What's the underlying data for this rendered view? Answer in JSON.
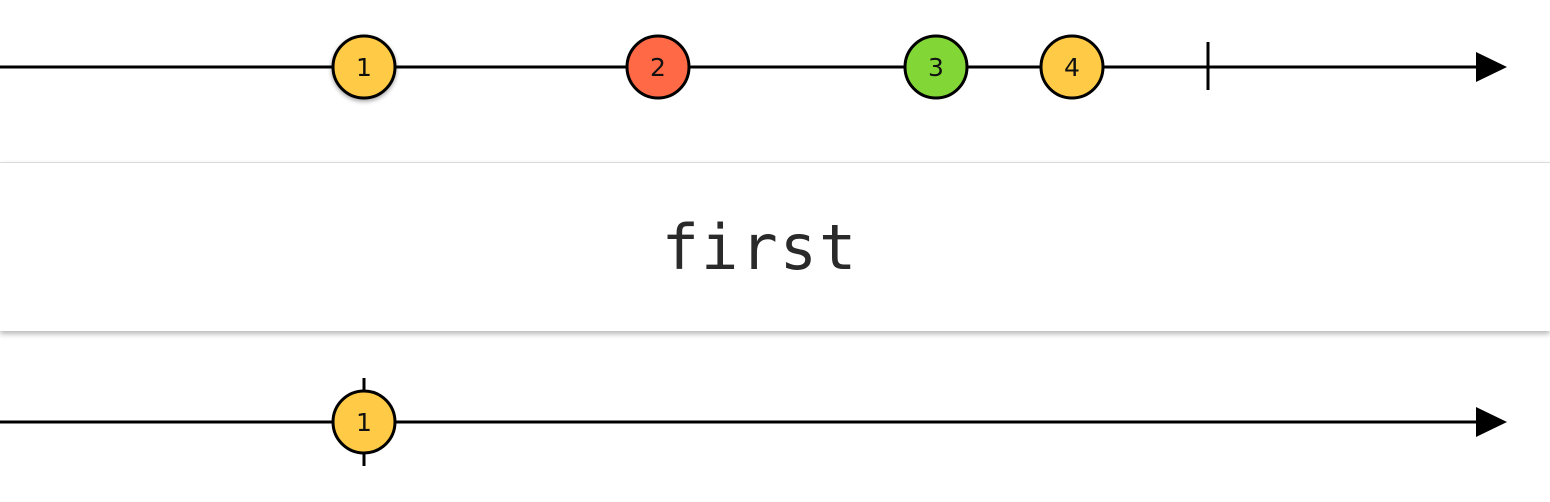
{
  "operator": {
    "name": "first"
  },
  "colors": {
    "line": "#000000",
    "marble_yellow": "#ffcb46",
    "marble_red": "#ff6946",
    "marble_green": "#82d736",
    "marble_stroke": "#000000",
    "box_background": "#ffffff"
  },
  "input_stream": {
    "marbles": [
      {
        "label": "1",
        "color": "#ffcb46"
      },
      {
        "label": "2",
        "color": "#ff6946"
      },
      {
        "label": "3",
        "color": "#82d736"
      },
      {
        "label": "4",
        "color": "#ffcb46"
      }
    ],
    "completes": true
  },
  "output_stream": {
    "marbles": [
      {
        "label": "1",
        "color": "#ffcb46"
      }
    ],
    "completes": true,
    "completion_at_marble": true
  }
}
